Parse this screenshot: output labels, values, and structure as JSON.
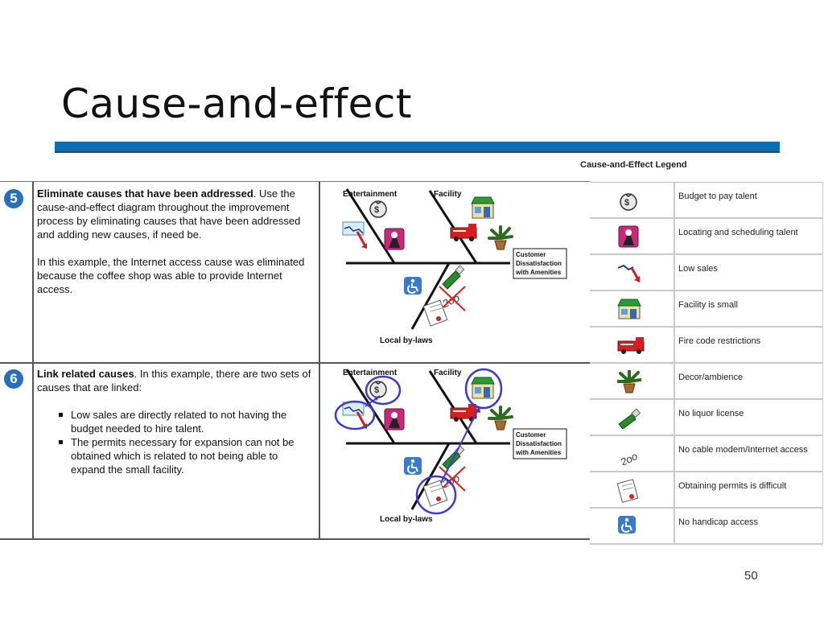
{
  "slide": {
    "title": "Cause-and-effect",
    "page_number": "50"
  },
  "steps": [
    {
      "number": "5",
      "title_bold": "Eliminate causes that have been addressed",
      "title_rest": ". Use the cause-and-effect diagram throughout the improvement process by eliminating causes that have been addressed and adding new causes, if need be.",
      "paragraph": "In this example, the Internet access cause was eliminated because the coffee shop was able to provide Internet access."
    },
    {
      "number": "6",
      "title_bold": "Link related causes",
      "title_rest": ". In this example, there are two sets of causes that are linked:",
      "bullets": [
        "Low sales are directly related to not having the budget needed to hire talent.",
        "The permits necessary for expansion can not be obtained which is related to not being able to expand the small facility."
      ]
    }
  ],
  "fishbone": {
    "category_entertainment": "Entertainment",
    "category_facility": "Facility",
    "category_local": "Local by-laws",
    "effect": [
      "Customer",
      "Dissatisfaction",
      "with Amenities"
    ]
  },
  "legend": {
    "title": "Cause-and-Effect Legend",
    "items": [
      {
        "icon": "money-bag-icon",
        "label": "Budget to pay talent"
      },
      {
        "icon": "talent-performer-icon",
        "label": "Locating and scheduling talent"
      },
      {
        "icon": "declining-chart-icon",
        "label": "Low sales"
      },
      {
        "icon": "storefront-icon",
        "label": "Facility is small"
      },
      {
        "icon": "fire-truck-icon",
        "label": "Fire code restrictions"
      },
      {
        "icon": "potted-plant-icon",
        "label": "Decor/ambience"
      },
      {
        "icon": "liquor-bottle-icon",
        "label": "No liquor license"
      },
      {
        "icon": "cable-modem-icon",
        "label": "No cable modem/Internet access"
      },
      {
        "icon": "permit-document-icon",
        "label": "Obtaining permits is difficult"
      },
      {
        "icon": "wheelchair-icon",
        "label": "No handicap access"
      }
    ]
  },
  "colors": {
    "title_bar": "#0f6db3",
    "step_badge": "#2a6fba",
    "link_circle": "#3a3ad8",
    "strike_red": "#e02020"
  }
}
